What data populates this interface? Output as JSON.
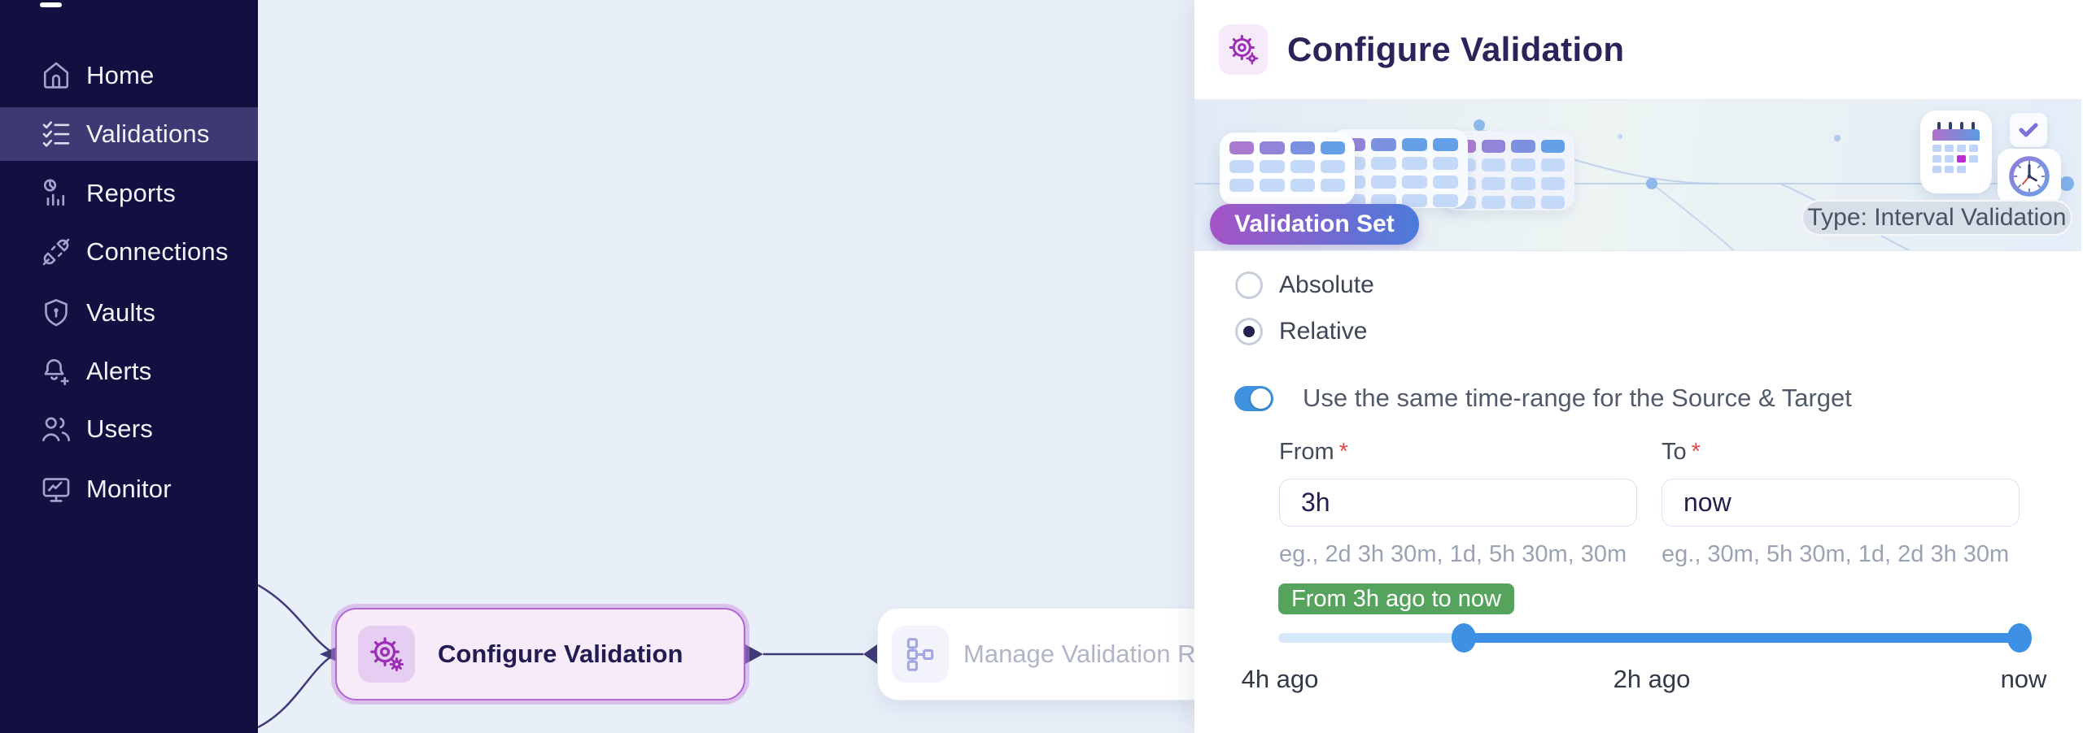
{
  "sidebar": {
    "items": [
      {
        "label": "Home",
        "icon": "home-icon",
        "active": false
      },
      {
        "label": "Validations",
        "icon": "checklist-icon",
        "active": true
      },
      {
        "label": "Reports",
        "icon": "bar-chart-icon",
        "active": false
      },
      {
        "label": "Connections",
        "icon": "plug-icon",
        "active": false
      },
      {
        "label": "Vaults",
        "icon": "shield-icon",
        "active": false
      },
      {
        "label": "Alerts",
        "icon": "bell-plus-icon",
        "active": false
      },
      {
        "label": "Users",
        "icon": "users-icon",
        "active": false
      },
      {
        "label": "Monitor",
        "icon": "monitor-icon",
        "active": false
      }
    ]
  },
  "canvas": {
    "nodes": [
      {
        "label": "Configure Validation",
        "icon": "gear-icon",
        "state": "selected"
      },
      {
        "label": "Manage Validation R",
        "icon": "hierarchy-icon",
        "state": "inactive"
      }
    ]
  },
  "panel": {
    "title": "Configure Validation",
    "banner": {
      "badge": "Validation Set",
      "type_label": "Type: Interval Validation"
    },
    "mode_options": [
      {
        "label": "Absolute",
        "selected": false
      },
      {
        "label": "Relative",
        "selected": true
      }
    ],
    "toggle": {
      "label": "Use the same time-range for the Source & Target",
      "on": true
    },
    "from": {
      "label": "From",
      "required": "*",
      "value": "3h",
      "hint": "eg., 2d 3h 30m, 1d, 5h 30m, 30m"
    },
    "to": {
      "label": "To",
      "required": "*",
      "value": "now",
      "hint": "eg., 30m, 5h 30m, 1d, 2d 3h 30m"
    },
    "range_badge": "From 3h ago to now",
    "slider": {
      "start_label": "4h ago",
      "mid_label": "2h ago",
      "end_label": "now",
      "from_position_pct": 25,
      "to_position_pct": 100
    }
  },
  "colors": {
    "accent_blue": "#3D90E3",
    "accent_green": "#55A35C",
    "accent_purple": "#A554C5",
    "sidebar_bg": "#111040"
  }
}
